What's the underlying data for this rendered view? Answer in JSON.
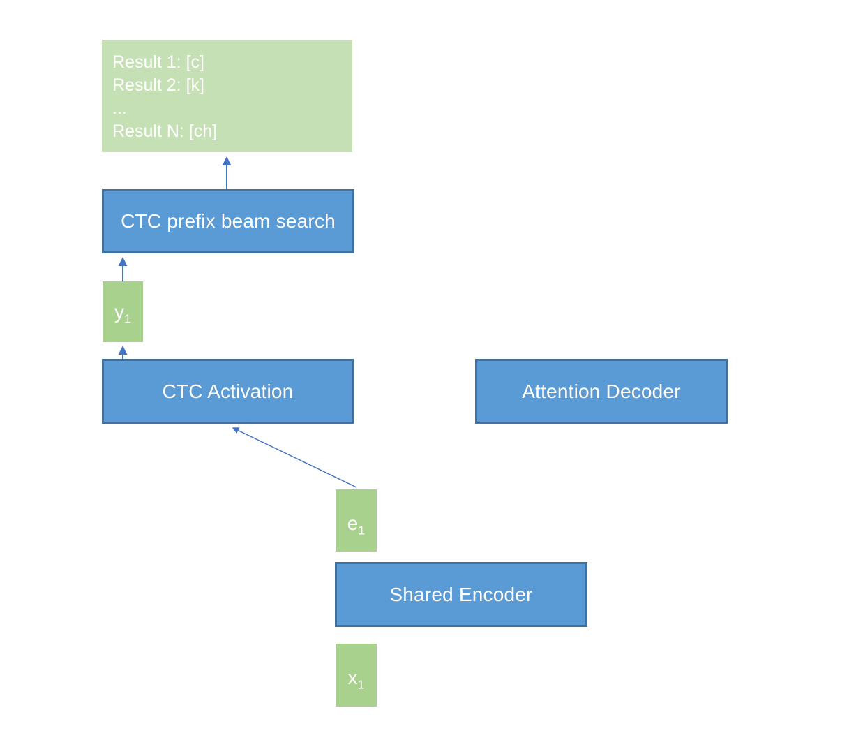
{
  "diagram": {
    "results_box": {
      "lines": [
        "Result 1: [c]",
        "Result 2: [k]",
        "...",
        "Result N: [ch]"
      ]
    },
    "nodes": {
      "ctc_prefix_beam_search": {
        "label": "CTC prefix beam search"
      },
      "ctc_activation": {
        "label": "CTC Activation"
      },
      "attention_decoder": {
        "label": "Attention Decoder"
      },
      "shared_encoder": {
        "label": "Shared Encoder"
      },
      "y1": {
        "base": "y",
        "sub": "1"
      },
      "e1": {
        "base": "e",
        "sub": "1"
      },
      "x1": {
        "base": "x",
        "sub": "1"
      }
    },
    "colors": {
      "blue_fill": "#5B9BD5",
      "blue_border": "#41719C",
      "green_light": "#C5E0B4",
      "green_medium": "#A9D18E",
      "arrow_blue": "#4472C4",
      "label_text": "#FFFFFF"
    }
  }
}
